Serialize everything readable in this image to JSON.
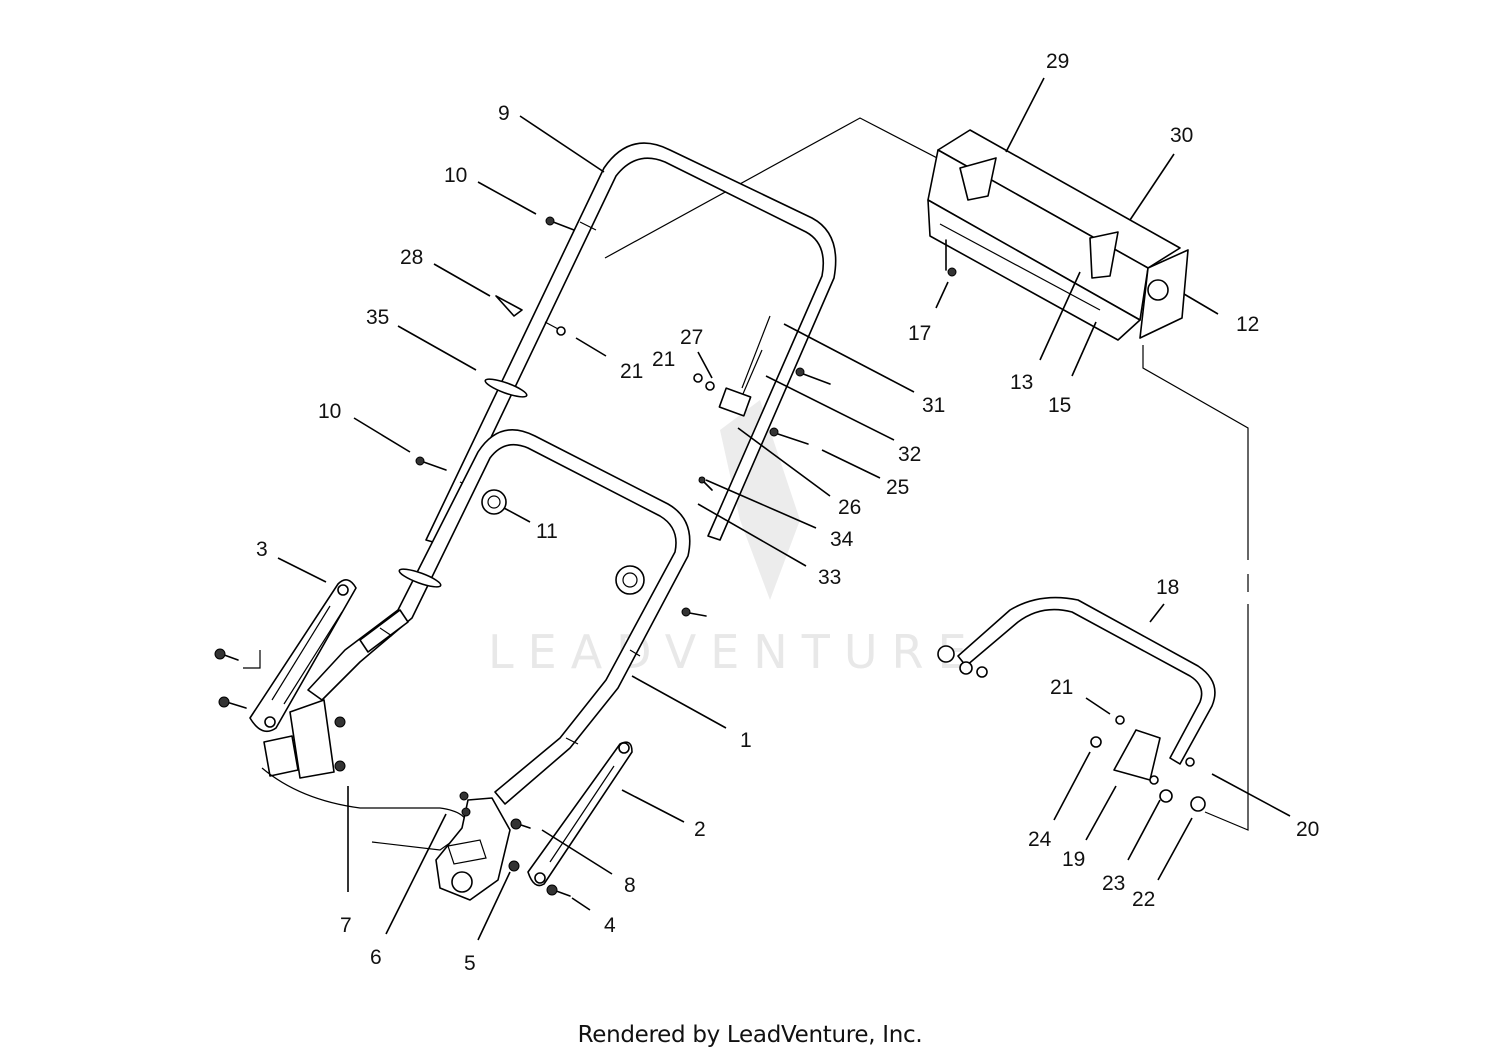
{
  "watermark": {
    "text": "LEADVENTURE"
  },
  "footer": {
    "text": "Rendered by LeadVenture, Inc."
  },
  "callouts": [
    {
      "id": "1",
      "label": "1"
    },
    {
      "id": "2",
      "label": "2"
    },
    {
      "id": "3",
      "label": "3"
    },
    {
      "id": "4",
      "label": "4"
    },
    {
      "id": "5",
      "label": "5"
    },
    {
      "id": "6",
      "label": "6"
    },
    {
      "id": "7",
      "label": "7"
    },
    {
      "id": "8",
      "label": "8"
    },
    {
      "id": "9",
      "label": "9"
    },
    {
      "id": "10a",
      "label": "10"
    },
    {
      "id": "10b",
      "label": "10"
    },
    {
      "id": "11",
      "label": "11"
    },
    {
      "id": "12",
      "label": "12"
    },
    {
      "id": "13",
      "label": "13"
    },
    {
      "id": "15",
      "label": "15"
    },
    {
      "id": "17",
      "label": "17"
    },
    {
      "id": "18",
      "label": "18"
    },
    {
      "id": "19",
      "label": "19"
    },
    {
      "id": "20",
      "label": "20"
    },
    {
      "id": "21a",
      "label": "21"
    },
    {
      "id": "21b",
      "label": "21"
    },
    {
      "id": "21c",
      "label": "21"
    },
    {
      "id": "22",
      "label": "22"
    },
    {
      "id": "23",
      "label": "23"
    },
    {
      "id": "24",
      "label": "24"
    },
    {
      "id": "25",
      "label": "25"
    },
    {
      "id": "26",
      "label": "26"
    },
    {
      "id": "27",
      "label": "27"
    },
    {
      "id": "28",
      "label": "28"
    },
    {
      "id": "29",
      "label": "29"
    },
    {
      "id": "30",
      "label": "30"
    },
    {
      "id": "31",
      "label": "31"
    },
    {
      "id": "32",
      "label": "32"
    },
    {
      "id": "33",
      "label": "33"
    },
    {
      "id": "34",
      "label": "34"
    },
    {
      "id": "35",
      "label": "35"
    }
  ]
}
